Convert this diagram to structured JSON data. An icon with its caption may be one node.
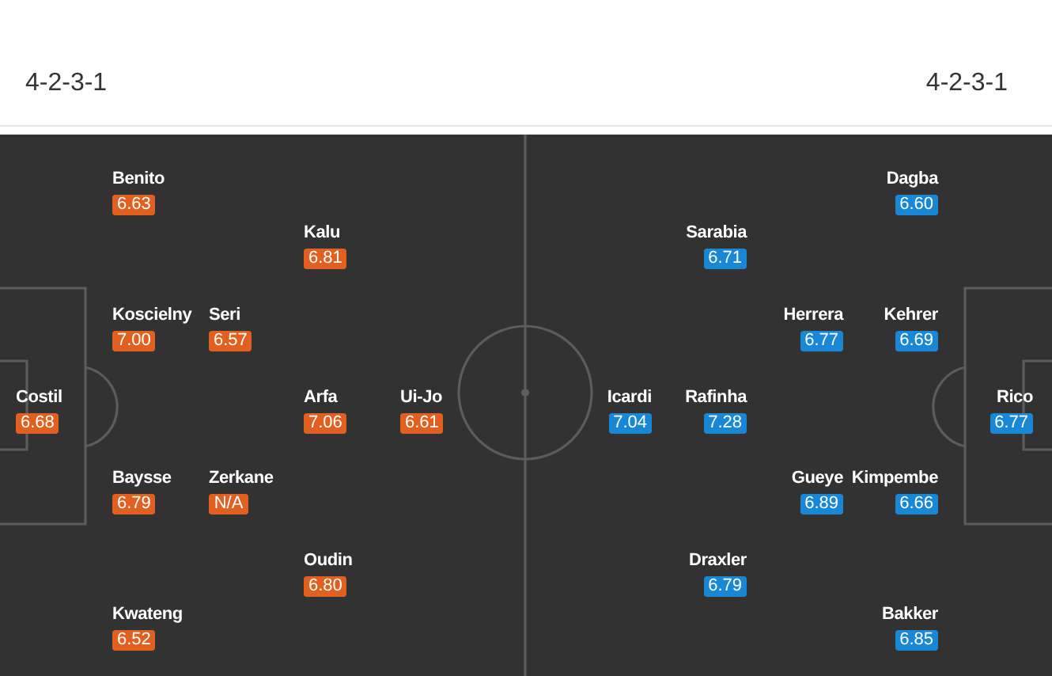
{
  "diagram": {
    "nodes": [
      {
        "text": [
          "Benito",
          "6.63"
        ]
      },
      {
        "text": [
          "Kalu",
          "6.81"
        ]
      },
      {
        "text": [
          "Koscielny",
          "7.00"
        ]
      },
      {
        "text": [
          "Seri",
          "6.57"
        ]
      },
      {
        "text": [
          "Costil",
          "6.68"
        ]
      },
      {
        "text": [
          "Arfa",
          "7.06"
        ]
      },
      {
        "text": [
          "Ui-Jo",
          "6.61"
        ]
      },
      {
        "text": [
          "Baysse",
          "6.79"
        ]
      },
      {
        "text": [
          "Zerkane",
          "N/A"
        ]
      },
      {
        "text": [
          "Oudin",
          "6.80"
        ]
      },
      {
        "text": [
          "Kwateng",
          "6.52"
        ]
      },
      {
        "text": [
          "Dagba",
          "6.60"
        ]
      },
      {
        "text": [
          "Sarabia",
          "6.71"
        ]
      },
      {
        "text": [
          "Herrera",
          "6.77"
        ]
      },
      {
        "text": [
          "Kehrer",
          "6.69"
        ]
      },
      {
        "text": [
          "Icardi",
          "7.04"
        ]
      },
      {
        "text": [
          "Rafinha",
          "7.28"
        ]
      },
      {
        "text": [
          "Rico",
          "6.77"
        ]
      },
      {
        "text": [
          "Gueye",
          "6.89"
        ]
      },
      {
        "text": [
          "Kimpembe",
          "6.66"
        ]
      },
      {
        "text": [
          "Draxler",
          "6.79"
        ]
      },
      {
        "text": [
          "Bakker",
          "6.85"
        ]
      }
    ],
    "labels": [
      "4-2-3-1",
      "4-2-3-1"
    ]
  }
}
